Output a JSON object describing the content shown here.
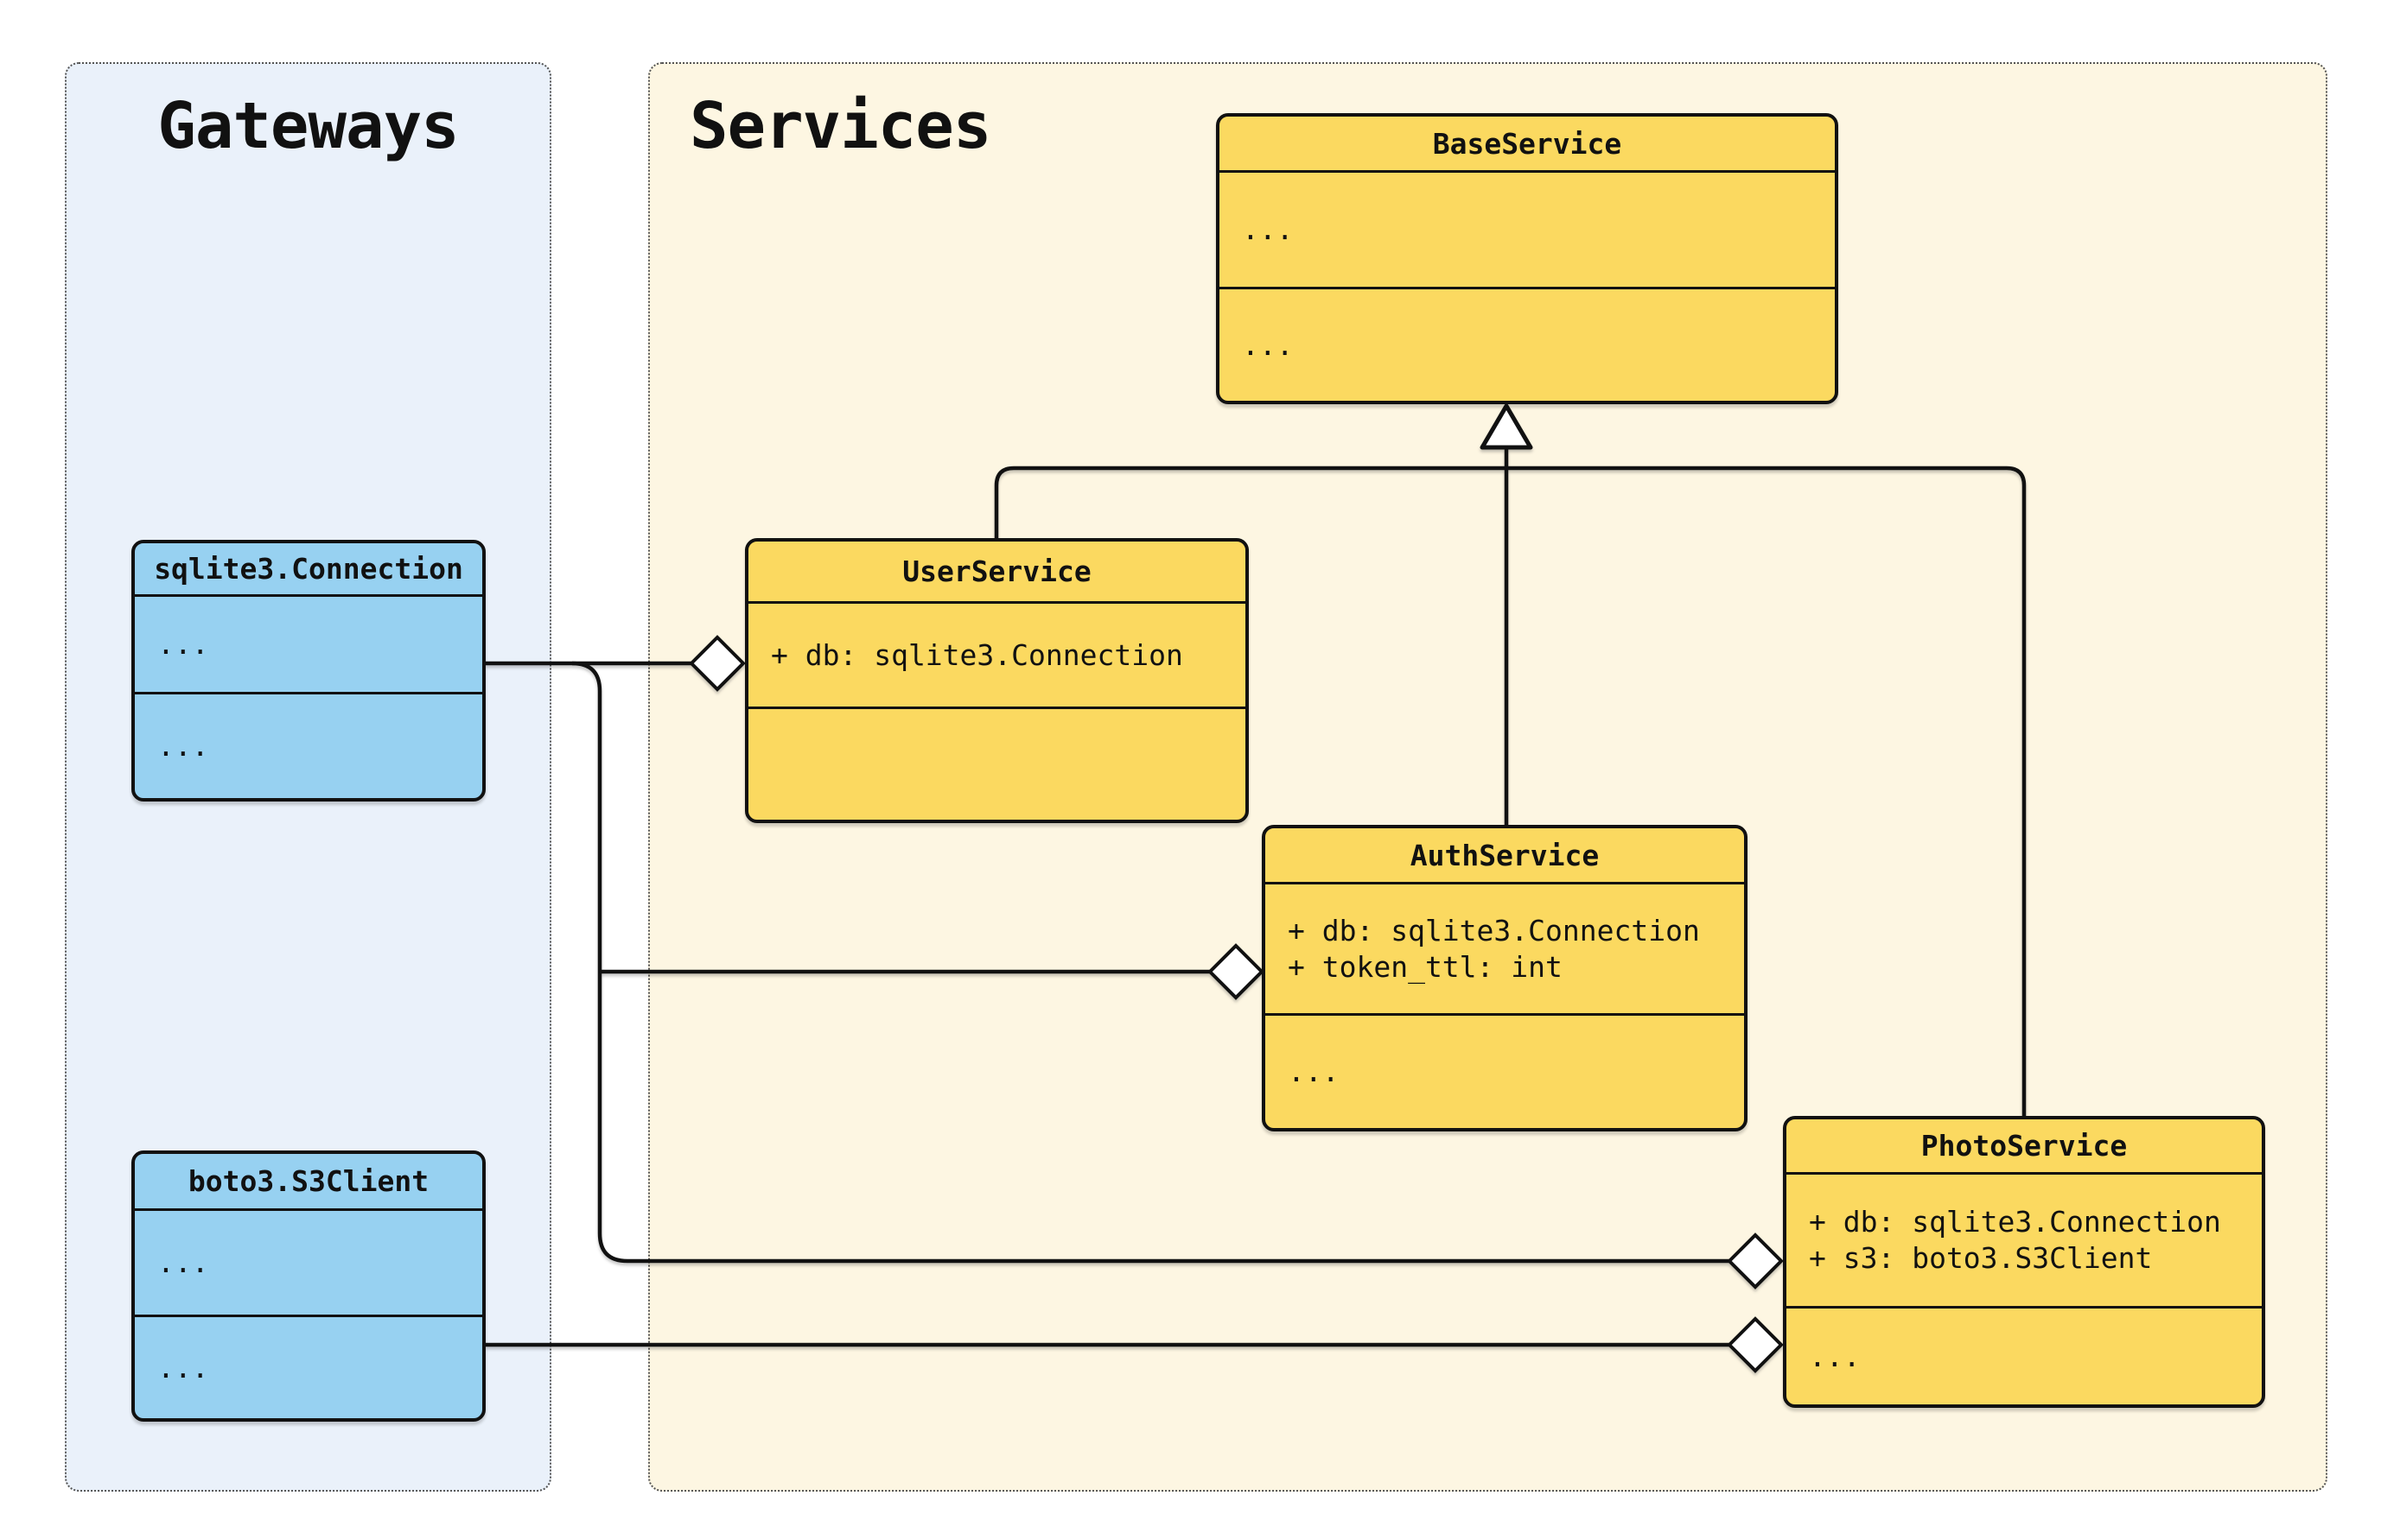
{
  "diagram_type": "uml-class-diagram",
  "colors": {
    "page_background": "#ffffff",
    "gateways_background": "#EAF1FA",
    "services_background": "#FDF6E2",
    "gateway_class_fill": "#97D1F1",
    "service_class_fill": "#FBD960",
    "line_and_border": "#111111"
  },
  "groups": {
    "gateways": {
      "label": "Gateways"
    },
    "services": {
      "label": "Services"
    }
  },
  "classes": [
    {
      "title": "BaseService",
      "attributes": [
        "..."
      ],
      "methods": [
        "..."
      ]
    },
    {
      "title": "UserService",
      "attributes": [
        "+ db: sqlite3.Connection"
      ],
      "methods": [
        ""
      ]
    },
    {
      "title": "AuthService",
      "attributes": [
        "+ db: sqlite3.Connection",
        "+ token_ttl: int"
      ],
      "methods": [
        "..."
      ]
    },
    {
      "title": "PhotoService",
      "attributes": [
        "+ db: sqlite3.Connection",
        "+ s3: boto3.S3Client"
      ],
      "methods": [
        "..."
      ]
    },
    {
      "title": "sqlite3.Connection",
      "attributes": [
        "..."
      ],
      "methods": [
        "..."
      ]
    },
    {
      "title": "boto3.S3Client",
      "attributes": [
        "..."
      ],
      "methods": [
        "..."
      ]
    }
  ],
  "relationships": [
    {
      "type": "inheritance",
      "child": "UserService",
      "parent": "BaseService"
    },
    {
      "type": "inheritance",
      "child": "AuthService",
      "parent": "BaseService"
    },
    {
      "type": "inheritance",
      "child": "PhotoService",
      "parent": "BaseService"
    },
    {
      "type": "aggregation",
      "whole": "UserService",
      "part": "sqlite3.Connection"
    },
    {
      "type": "aggregation",
      "whole": "AuthService",
      "part": "sqlite3.Connection"
    },
    {
      "type": "aggregation",
      "whole": "PhotoService",
      "part": "sqlite3.Connection"
    },
    {
      "type": "aggregation",
      "whole": "PhotoService",
      "part": "boto3.S3Client"
    }
  ]
}
